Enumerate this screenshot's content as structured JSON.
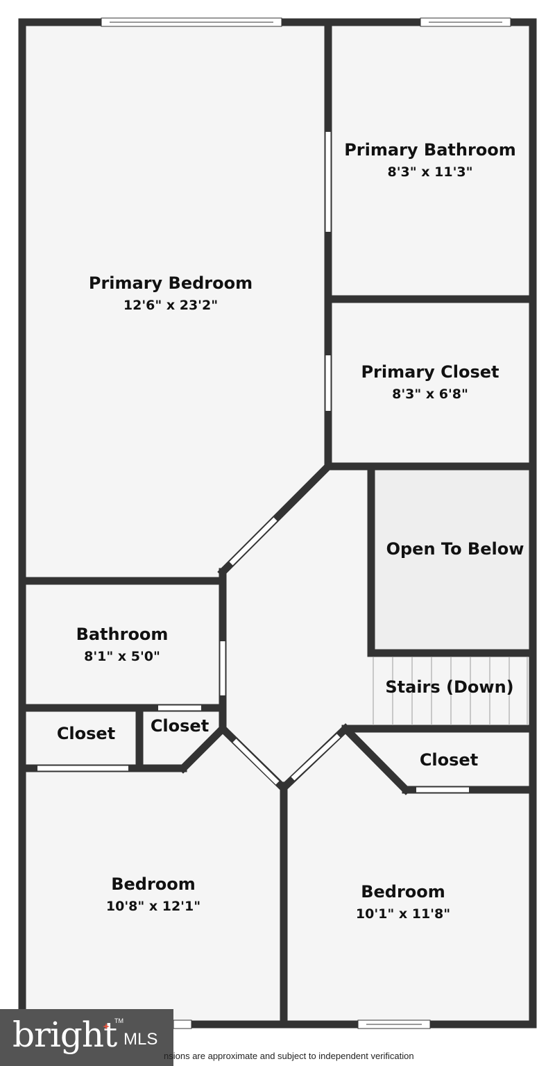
{
  "rooms": [
    {
      "name": "Primary Bedroom",
      "dims": "12'6\" x 23'2\""
    },
    {
      "name": "Primary Bathroom",
      "dims": "8'3\" x 11'3\""
    },
    {
      "name": "Primary Closet",
      "dims": "8'3\" x 6'8\""
    },
    {
      "name": "Open To Below",
      "dims": ""
    },
    {
      "name": "Bathroom",
      "dims": "8'1\" x 5'0\""
    },
    {
      "name": "Stairs (Down)",
      "dims": ""
    },
    {
      "name": "Closet",
      "dims": ""
    },
    {
      "name": "Closet",
      "dims": ""
    },
    {
      "name": "Closet",
      "dims": ""
    },
    {
      "name": "Bedroom",
      "dims": "10'8\" x 12'1\""
    },
    {
      "name": "Bedroom",
      "dims": "10'1\" x 11'8\""
    }
  ],
  "footer": {
    "disclaimer": "nsions are approximate and subject to independent verification",
    "brand_main": "bright",
    "brand_sub": "MLS",
    "brand_tm": "TM"
  },
  "colors": {
    "wall": "#333333",
    "floor": "#f5f5f5",
    "open_to_below": "#eeeeee",
    "brand_bg": "#545454",
    "brand_accent": "#e2523f"
  }
}
